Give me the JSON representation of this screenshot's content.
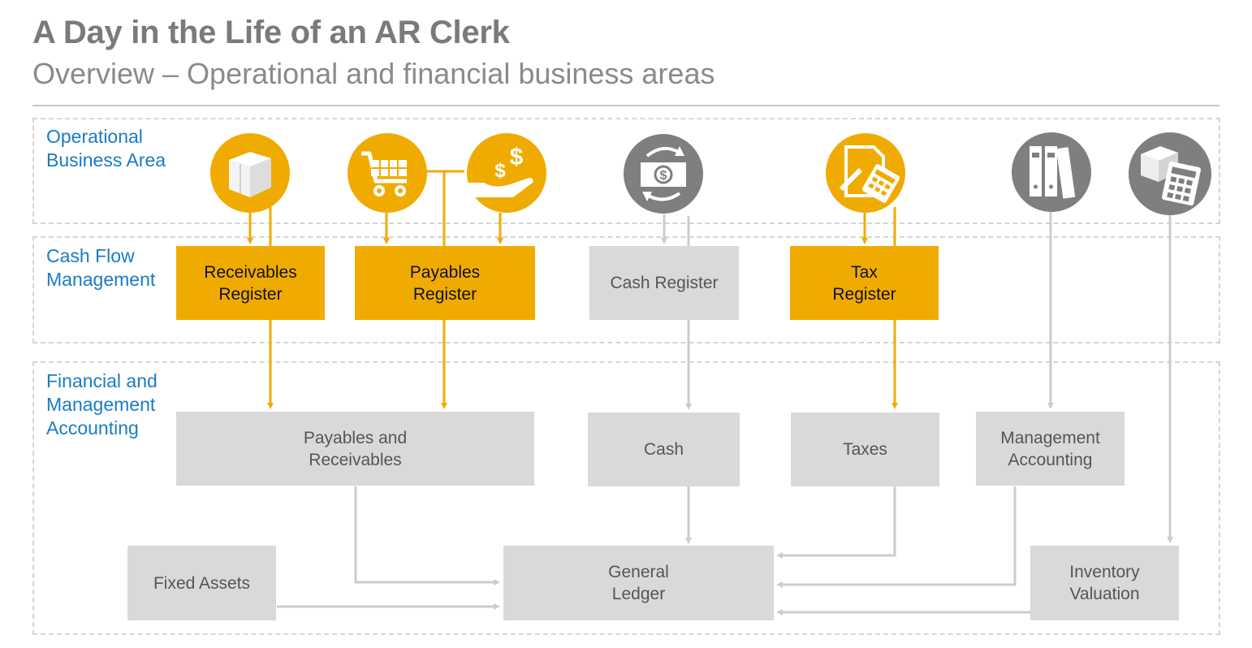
{
  "header": {
    "title": "A Day in the Life of an AR Clerk",
    "subtitle": "Overview – Operational and financial business areas"
  },
  "bands": {
    "operational": "Operational\nBusiness Area",
    "cashflow": "Cash Flow\nManagement",
    "financial": "Financial and\nManagement\nAccounting"
  },
  "icons": [
    "box-icon",
    "shopping-cart-icon",
    "money-hand-icon",
    "cash-exchange-icon",
    "tax-calculator-icon",
    "binders-icon",
    "inventory-calculator-icon"
  ],
  "boxes": {
    "receivables_register": "Receivables\nRegister",
    "payables_register": "Payables\nRegister",
    "cash_register": "Cash Register",
    "tax_register": "Tax\nRegister",
    "payables_receivables": "Payables and\nReceivables",
    "cash": "Cash",
    "taxes": "Taxes",
    "management_accounting": "Management\nAccounting",
    "fixed_assets": "Fixed Assets",
    "general_ledger": "General\nLedger",
    "inventory_valuation": "Inventory\nValuation"
  },
  "colors": {
    "accent": "#f0ab00",
    "grey_box": "#d9d9d9",
    "grey_icon": "#7f7f7f",
    "band_label": "#1a7cc3",
    "grey_arrow": "#cccccc"
  }
}
